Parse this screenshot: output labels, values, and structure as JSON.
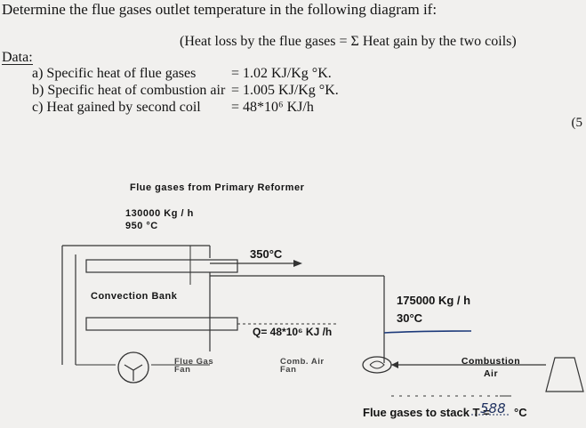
{
  "question": {
    "title": "Determine the flue gases outlet temperature in the following diagram if:",
    "hint": "(Heat loss by the flue gases = Σ Heat gain by the two coils)",
    "data_label": "Data:",
    "items": [
      {
        "label": "a) Specific heat of flue gases",
        "value": "= 1.02 KJ/Kg °K."
      },
      {
        "label": "b) Specific heat of combustion air",
        "value": "= 1.005 KJ/Kg °K."
      },
      {
        "label": "c) Heat gained by second coil",
        "value": "= 48*10⁶ KJ/h"
      }
    ],
    "marks": "(5"
  },
  "diagram": {
    "flue_source": "Flue gases from Primary Reformer",
    "flue_flow": "130000 Kg / h",
    "flue_temp": "950 °C",
    "after_coil_temp": "350°C",
    "convection_bank": "Convection Bank",
    "air_flow": "175000 Kg / h",
    "air_temp": "30°C",
    "second_coil_heat": "Q= 48*10⁶ KJ /h",
    "flue_fan": "Flue Gas Fan",
    "comb_fan": "Comb. Air Fan",
    "combustion_air": "Combustion Air",
    "stack_label": "Flue gases to stack T =",
    "stack_answer": "588",
    "stack_unit": "°C"
  }
}
